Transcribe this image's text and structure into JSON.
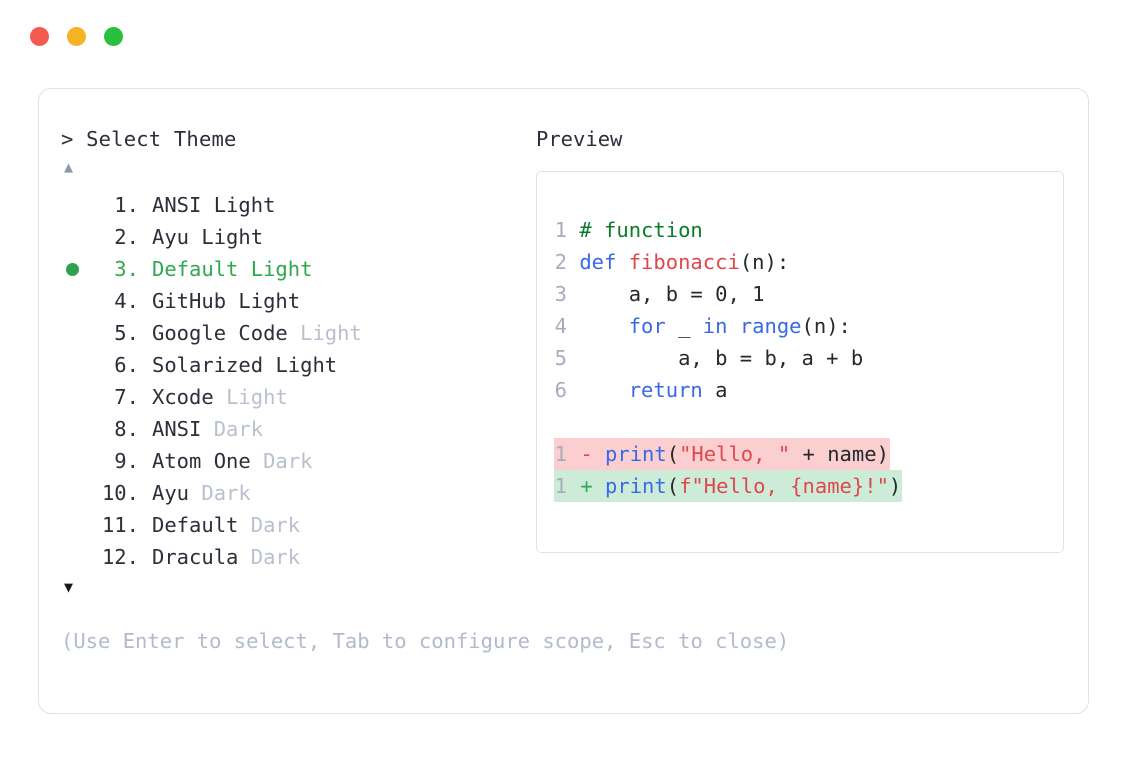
{
  "window": {
    "dots": [
      {
        "name": "close-button",
        "color": "#f45a52"
      },
      {
        "name": "minimize-button",
        "color": "#f5b425"
      },
      {
        "name": "maximize-button",
        "color": "#2ac03c"
      }
    ]
  },
  "left": {
    "prompt": "> Select Theme",
    "scroll_up": "▲",
    "scroll_down": "▼",
    "selected_index": 3,
    "items": [
      {
        "num": " 1.",
        "name": "ANSI",
        "suffix": "Light",
        "suffix_dim": false
      },
      {
        "num": " 2.",
        "name": "Ayu",
        "suffix": "Light",
        "suffix_dim": false
      },
      {
        "num": " 3.",
        "name": "Default",
        "suffix": "Light",
        "suffix_dim": false
      },
      {
        "num": " 4.",
        "name": "GitHub",
        "suffix": "Light",
        "suffix_dim": false
      },
      {
        "num": " 5.",
        "name": "Google Code",
        "suffix": "Light",
        "suffix_dim": true
      },
      {
        "num": " 6.",
        "name": "Solarized",
        "suffix": "Light",
        "suffix_dim": false
      },
      {
        "num": " 7.",
        "name": "Xcode",
        "suffix": "Light",
        "suffix_dim": true
      },
      {
        "num": " 8.",
        "name": "ANSI",
        "suffix": "Dark",
        "suffix_dim": true
      },
      {
        "num": " 9.",
        "name": "Atom One",
        "suffix": "Dark",
        "suffix_dim": true
      },
      {
        "num": "10.",
        "name": "Ayu",
        "suffix": "Dark",
        "suffix_dim": true
      },
      {
        "num": "11.",
        "name": "Default",
        "suffix": "Dark",
        "suffix_dim": true
      },
      {
        "num": "12.",
        "name": "Dracula",
        "suffix": "Dark",
        "suffix_dim": true
      }
    ],
    "hint": "(Use Enter to select, Tab to configure scope, Esc to close)"
  },
  "right": {
    "label": "Preview",
    "code_lines": [
      {
        "ln": "1",
        "tokens": [
          {
            "t": " ",
            "c": "plain"
          },
          {
            "t": "# function",
            "c": "comment"
          }
        ]
      },
      {
        "ln": "2",
        "tokens": [
          {
            "t": " ",
            "c": "plain"
          },
          {
            "t": "def",
            "c": "kw"
          },
          {
            "t": " ",
            "c": "plain"
          },
          {
            "t": "fibonacci",
            "c": "fn"
          },
          {
            "t": "(n):",
            "c": "punc"
          }
        ]
      },
      {
        "ln": "3",
        "tokens": [
          {
            "t": "     a, b = 0, 1",
            "c": "plain"
          }
        ]
      },
      {
        "ln": "4",
        "tokens": [
          {
            "t": "     ",
            "c": "plain"
          },
          {
            "t": "for",
            "c": "kw"
          },
          {
            "t": " _ ",
            "c": "plain"
          },
          {
            "t": "in",
            "c": "kw"
          },
          {
            "t": " ",
            "c": "plain"
          },
          {
            "t": "range",
            "c": "kw"
          },
          {
            "t": "(n):",
            "c": "punc"
          }
        ]
      },
      {
        "ln": "5",
        "tokens": [
          {
            "t": "         a, b = b, a + b",
            "c": "plain"
          }
        ]
      },
      {
        "ln": "6",
        "tokens": [
          {
            "t": "     ",
            "c": "plain"
          },
          {
            "t": "return",
            "c": "kw"
          },
          {
            "t": " a",
            "c": "plain"
          }
        ]
      }
    ],
    "diff_lines": [
      {
        "kind": "del",
        "ln": "1",
        "sign": "-",
        "tokens": [
          {
            "t": "print",
            "c": "kw"
          },
          {
            "t": "(",
            "c": "punc"
          },
          {
            "t": "\"Hello, \"",
            "c": "str"
          },
          {
            "t": " + name)",
            "c": "plain"
          }
        ]
      },
      {
        "kind": "add",
        "ln": "1",
        "sign": "+",
        "tokens": [
          {
            "t": "print",
            "c": "kw"
          },
          {
            "t": "(",
            "c": "punc"
          },
          {
            "t": "f\"Hello, {name}!\"",
            "c": "str"
          },
          {
            "t": ")",
            "c": "punc"
          }
        ]
      }
    ]
  },
  "colors": {
    "accent_green": "#30a14e",
    "text": "#2b2f3a",
    "dim": "#b9c0ce",
    "border": "#dfe2e9",
    "diff_del_bg": "#fbcfcf",
    "diff_add_bg": "#cdecd8"
  }
}
